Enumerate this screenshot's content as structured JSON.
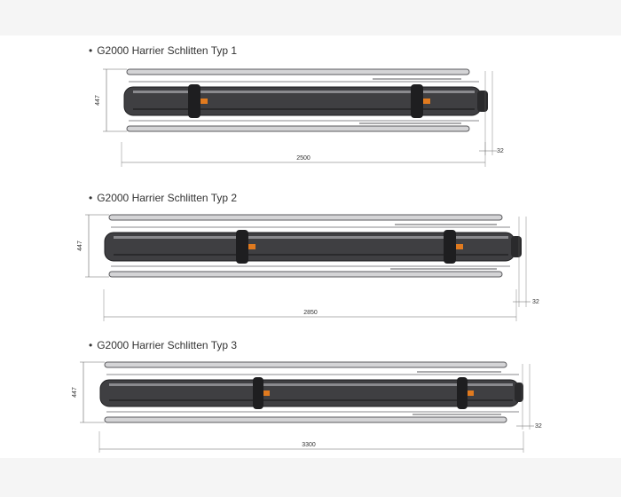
{
  "sections": [
    {
      "bullet": "•",
      "title": "G2000 Harrier Schlitten Typ 1",
      "dim_length": "2500",
      "dim_height": "447",
      "dim_offset": "32"
    },
    {
      "bullet": "•",
      "title": "G2000 Harrier Schlitten Typ 2",
      "dim_length": "2850",
      "dim_height": "447",
      "dim_offset": "32"
    },
    {
      "bullet": "•",
      "title": "G2000 Harrier Schlitten Typ 3",
      "dim_length": "3300",
      "dim_height": "447",
      "dim_offset": "32"
    }
  ],
  "colors": {
    "rail": "#3f3f42",
    "rail_highlight": "#8a8a8e",
    "plate": "#d4d4d6",
    "plate_edge": "#5a5a5d",
    "carriage": "#1e1e20",
    "accent": "#e07a1f",
    "dim_line": "#666666"
  }
}
